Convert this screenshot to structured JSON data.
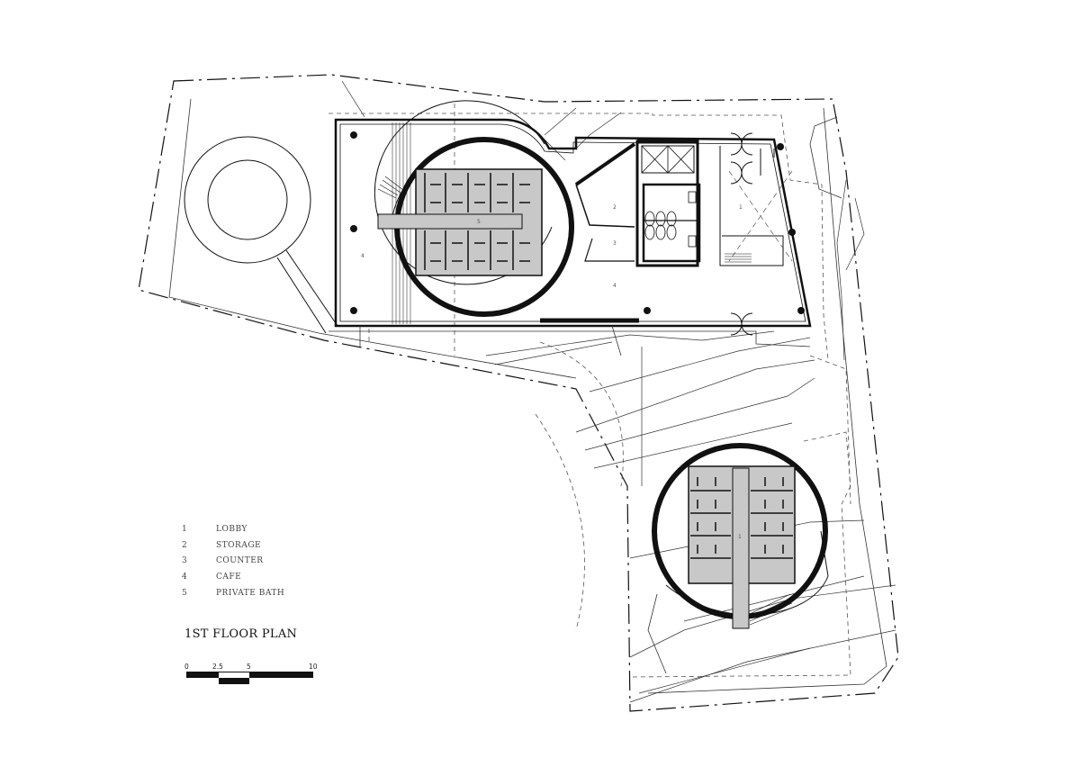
{
  "title": "1ST FLOOR PLAN",
  "legend": [
    {
      "num": "1",
      "label": "LOBBY"
    },
    {
      "num": "2",
      "label": "STORAGE"
    },
    {
      "num": "3",
      "label": "COUNTER"
    },
    {
      "num": "4",
      "label": "CAFE"
    },
    {
      "num": "5",
      "label": "PRIVATE BATH"
    }
  ],
  "scale": {
    "ticks": [
      "0",
      "2.5",
      "5",
      "10"
    ]
  },
  "room_tags": {
    "cafe_west": "4",
    "bath_north": "5",
    "storage": "2",
    "counter": "3",
    "cafe_center": "4",
    "lobby": "1",
    "lobby_south": "1"
  }
}
